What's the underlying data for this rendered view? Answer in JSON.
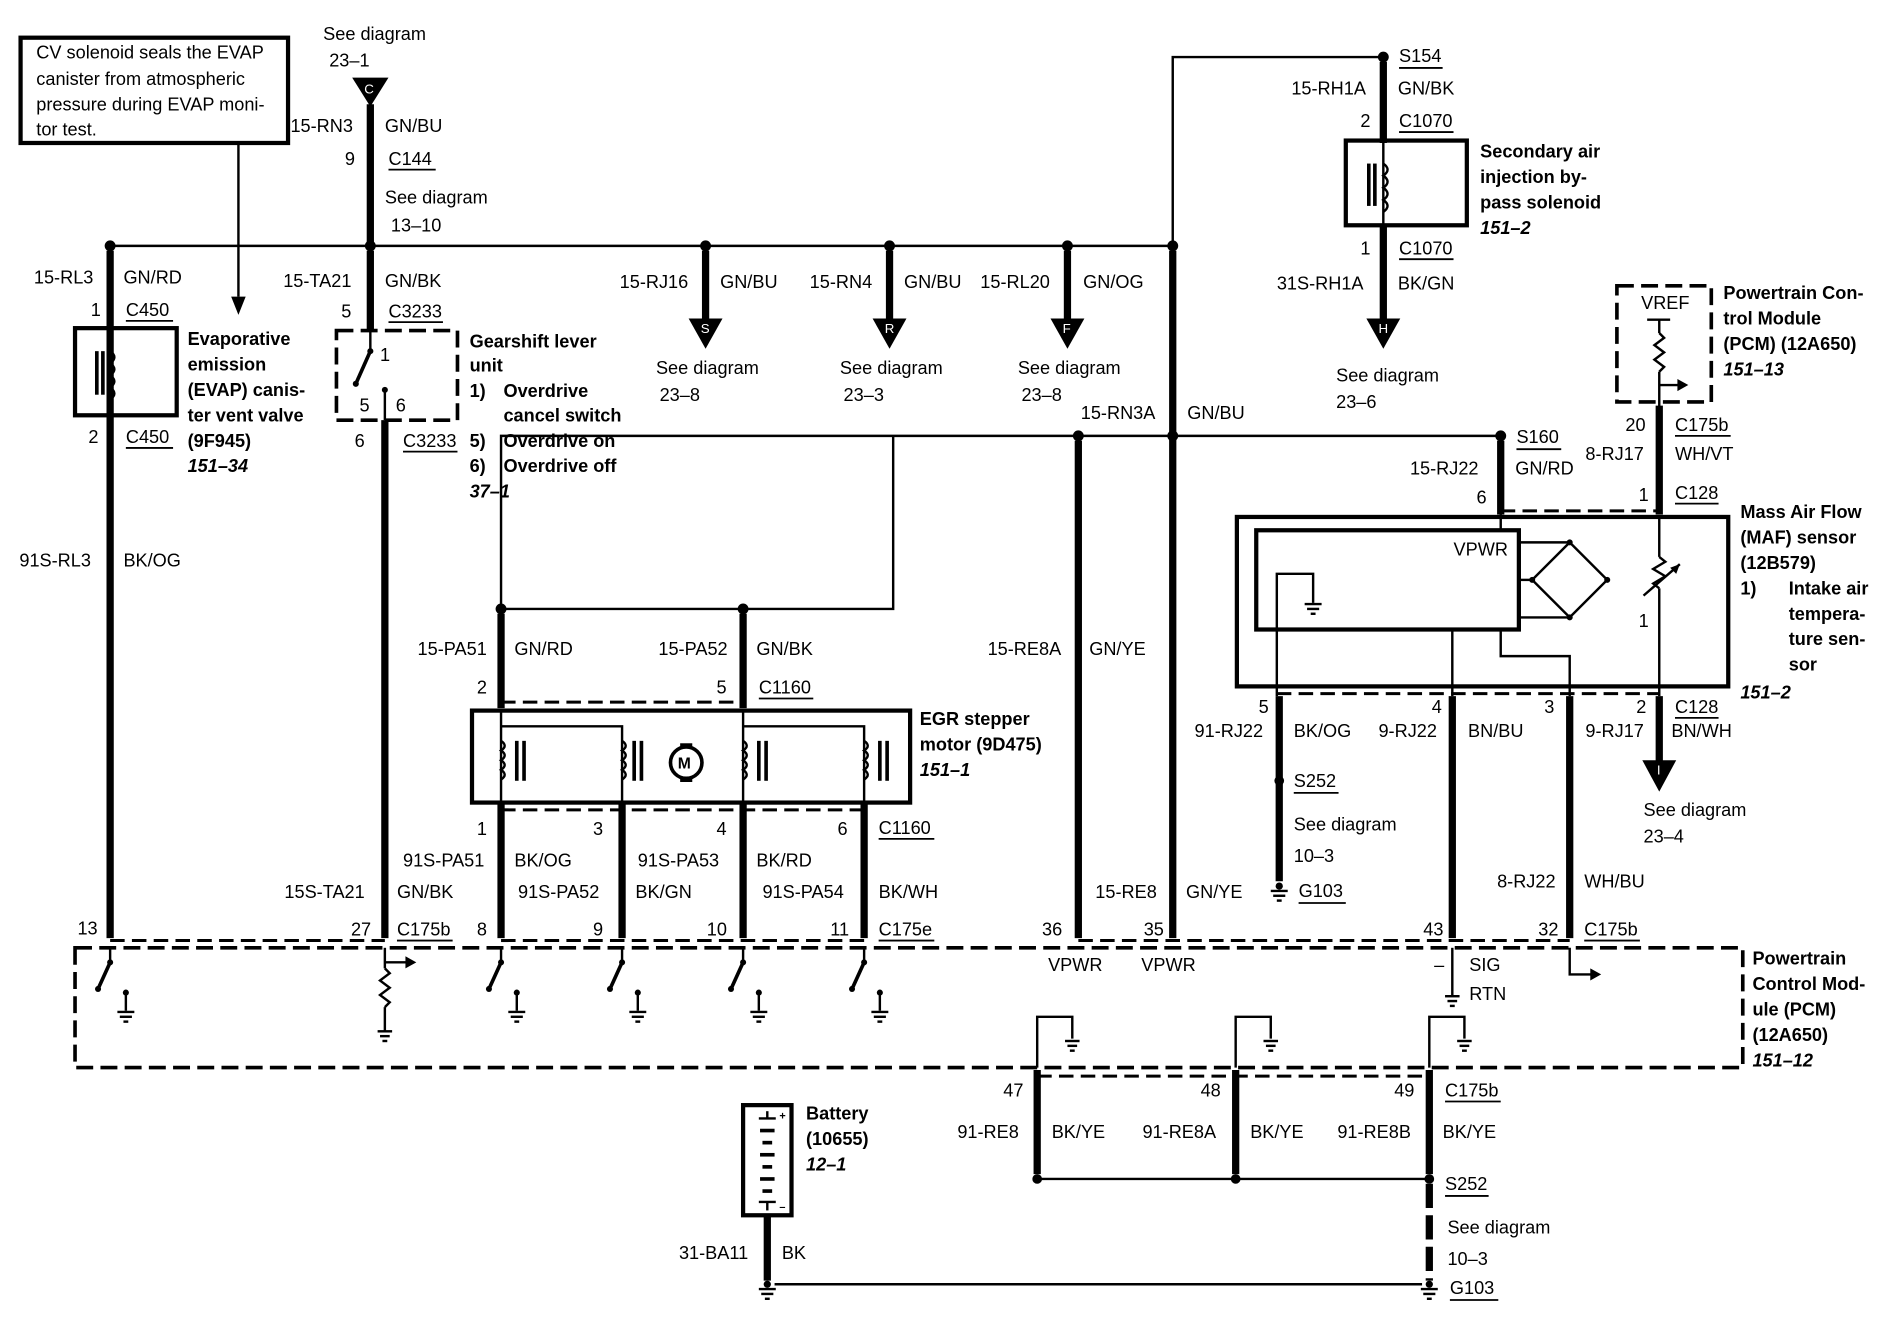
{
  "note": {
    "lines": [
      "CV solenoid seals the EVAP",
      "canister from atmospheric",
      "pressure during EVAP moni-",
      "tor test."
    ]
  },
  "see_diagram": "See diagram",
  "refs": {
    "c_top": {
      "letter": "C",
      "ref": "23–1"
    },
    "c144_ref": "13–10",
    "s": {
      "letter": "S",
      "ref": "23–8"
    },
    "r": {
      "letter": "R",
      "ref": "23–3"
    },
    "f": {
      "letter": "F",
      "ref": "23–8"
    },
    "h": {
      "letter": "H",
      "ref": "23–6"
    },
    "i": {
      "letter": "I",
      "ref": "23–4"
    },
    "g103_a": "10–3",
    "g103_b": "10–3"
  },
  "wires": {
    "rn3": {
      "circuit": "15-RN3",
      "color": "GN/BU",
      "pin": "9",
      "connector": "C144"
    },
    "rl3": {
      "circuit": "15-RL3",
      "color": "GN/RD",
      "pin": "1",
      "connector": "C450"
    },
    "rl3_out": {
      "pin": "2",
      "connector": "C450"
    },
    "rl3_lower": {
      "circuit": "91S-RL3",
      "color": "BK/OG",
      "pin": "13"
    },
    "ta21": {
      "circuit": "15-TA21",
      "color": "GN/BK",
      "pin": "5",
      "connector": "C3233"
    },
    "ta21_out": {
      "pin": "6",
      "connector": "C3233"
    },
    "ta21_lower": {
      "circuit": "15S-TA21",
      "color": "GN/BK",
      "pin": "27",
      "connector": "C175b"
    },
    "rj16": {
      "circuit": "15-RJ16",
      "color": "GN/BU"
    },
    "rn4": {
      "circuit": "15-RN4",
      "color": "GN/BU"
    },
    "rl20": {
      "circuit": "15-RL20",
      "color": "GN/OG"
    },
    "rn3a": {
      "circuit": "15-RN3A",
      "color": "GN/BU"
    },
    "rh1a": {
      "circuit": "15-RH1A",
      "color": "GN/BK",
      "splice": "S154",
      "pin": "2",
      "connector": "C1070"
    },
    "rh1a_out": {
      "circuit": "31S-RH1A",
      "color": "BK/GN",
      "pin": "1",
      "connector": "C1070"
    },
    "pa51": {
      "circuit": "15-PA51",
      "color": "GN/RD",
      "pin": "2"
    },
    "pa52": {
      "circuit": "15-PA52",
      "color": "GN/BK",
      "pin": "5",
      "connector": "C1160"
    },
    "re8a": {
      "circuit": "15-RE8A",
      "color": "GN/YE",
      "pin": "36"
    },
    "re8": {
      "circuit": "15-RE8",
      "color": "GN/YE",
      "pin": "35"
    },
    "rj22": {
      "circuit": "15-RJ22",
      "color": "GN/RD",
      "splice": "S160",
      "pin": "6"
    },
    "rj17_top": {
      "circuit": "8-RJ17",
      "color": "WH/VT",
      "pin_pcm": "20",
      "connector_pcm": "C175b",
      "pin": "1",
      "connector": "C128"
    },
    "spa51": {
      "circuit": "91S-PA51",
      "color": "BK/OG",
      "pin_top": "1",
      "pin_bottom": "8"
    },
    "spa52": {
      "circuit": "91S-PA52",
      "color": "BK/GN",
      "pin_top": "3",
      "pin_bottom": "9"
    },
    "spa53": {
      "circuit": "91S-PA53",
      "color": "BK/RD",
      "pin_top": "4",
      "pin_bottom": "10"
    },
    "spa54": {
      "circuit": "91S-PA54",
      "color": "BK/WH",
      "pin_top": "6",
      "pin_bottom": "11",
      "connector_top": "C1160",
      "connector_bottom": "C175e"
    },
    "rj22_gnd": {
      "circuit": "91-RJ22",
      "color": "BK/OG",
      "pin": "5",
      "splice": "S252",
      "ground": "G103"
    },
    "rj22_sig": {
      "circuit": "9-RJ22",
      "color": "BN/BU",
      "pin": "4",
      "pin_pcm": "43"
    },
    "rj22_w": {
      "circuit": "8-RJ22",
      "color": "WH/BU",
      "pin": "3",
      "pin_pcm": "32",
      "connector_pcm": "C175b"
    },
    "rj17_bot": {
      "circuit": "9-RJ17",
      "color": "BN/WH",
      "pin": "2",
      "connector": "C128"
    },
    "re8_47": {
      "circuit": "91-RE8",
      "color": "BK/YE",
      "pin": "47"
    },
    "re8a_48": {
      "circuit": "91-RE8A",
      "color": "BK/YE",
      "pin": "48"
    },
    "re8b_49": {
      "circuit": "91-RE8B",
      "color": "BK/YE",
      "pin": "49",
      "connector": "C175b",
      "splice": "S252",
      "ground": "G103"
    },
    "ba11": {
      "circuit": "31-BA11",
      "color": "BK"
    }
  },
  "components": {
    "evap": {
      "lines": [
        "Evaporative",
        "emission",
        "(EVAP) canis-",
        "ter vent valve",
        "(9F945)"
      ],
      "ref": "151–34"
    },
    "gearshift": {
      "title_lines": [
        "Gearshift lever",
        "unit"
      ],
      "items": [
        [
          "1)",
          "Overdrive"
        ],
        [
          "",
          "cancel switch"
        ],
        [
          "5)",
          "Overdrive on"
        ],
        [
          "6)",
          "Overdrive off"
        ]
      ],
      "ref": "37–1",
      "pins": [
        "1",
        "5",
        "6"
      ]
    },
    "secondary_air": {
      "lines": [
        "Secondary air",
        "injection by-",
        "pass solenoid"
      ],
      "ref": "151–2"
    },
    "pcm_vref": {
      "label": "VREF",
      "lines": [
        "Powertrain Con-",
        "trol Module",
        "(PCM) (12A650)"
      ],
      "ref": "151–13"
    },
    "maf": {
      "lines": [
        "Mass Air Flow",
        "(MAF) sensor",
        "(12B579)"
      ],
      "item_num": "1)",
      "item_lines": [
        "Intake air",
        "tempera-",
        "ture sen-",
        "sor"
      ],
      "ref": "151–2",
      "vpwr": "VPWR",
      "inner_pin": "1"
    },
    "egr": {
      "lines": [
        "EGR stepper",
        "motor (9D475)"
      ],
      "ref": "151–1",
      "motor": "M"
    },
    "pcm_main": {
      "lines": [
        "Powertrain",
        "Control Mod-",
        "ule (PCM)",
        "(12A650)"
      ],
      "ref": "151–12",
      "vpwr": "VPWR",
      "sig": "SIG",
      "rtn": "RTN",
      "dash": "–"
    },
    "battery": {
      "lines": [
        "Battery",
        "(10655)"
      ],
      "ref": "12–1"
    }
  },
  "connectors": {
    "c175b": "C175b"
  }
}
